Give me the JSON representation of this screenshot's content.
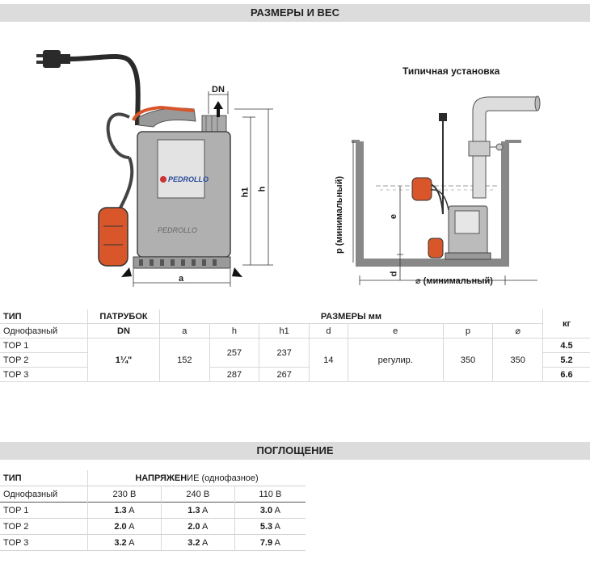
{
  "section1_title": "РАЗМЕРЫ И ВЕС",
  "install_title": "Типичная установка",
  "drawing_labels": {
    "dn": "DN",
    "h1": "h1",
    "h": "h",
    "a": "a",
    "brand": "PEDROLLO",
    "p_min": "p (минимальный)",
    "e": "e",
    "d": "d",
    "diam_min": "⌀ (минимальный)"
  },
  "dim_table": {
    "type_label": "ТИП",
    "phase_label": "Однофазный",
    "port_label": "ПАТРУБОК",
    "dn_label": "DN",
    "sizes_label": "РАЗМЕРЫ  мм",
    "kg_label": "кг",
    "cols": [
      "a",
      "h",
      "h1",
      "d",
      "e",
      "p",
      "⌀"
    ],
    "dn_value": "1¼\"",
    "a_value": "152",
    "d_value": "14",
    "e_value": "регулир.",
    "p_value": "350",
    "diam_value": "350",
    "rows": [
      {
        "model": "TOP 1",
        "kg": "4.5"
      },
      {
        "model": "TOP 2",
        "kg": "5.2"
      },
      {
        "model": "TOP 3",
        "kg": "6.6"
      }
    ],
    "h_12": "257",
    "h1_12": "237",
    "h_3": "287",
    "h1_3": "267"
  },
  "section2_title": "ПОГЛОЩЕНИЕ",
  "abs_table": {
    "type_label": "ТИП",
    "voltage_bold": "НАПРЯЖЕН",
    "voltage_rest": "ИЕ (однофазное)",
    "phase_label": "Однофазный",
    "volts": [
      "230 В",
      "240 В",
      "110 В"
    ],
    "unit": "A",
    "rows": [
      {
        "model": "TOP 1",
        "v": [
          "1.3",
          "1.3",
          "3.0"
        ]
      },
      {
        "model": "TOP 2",
        "v": [
          "2.0",
          "2.0",
          "5.3"
        ]
      },
      {
        "model": "TOP 3",
        "v": [
          "3.2",
          "3.2",
          "7.9"
        ]
      }
    ]
  }
}
